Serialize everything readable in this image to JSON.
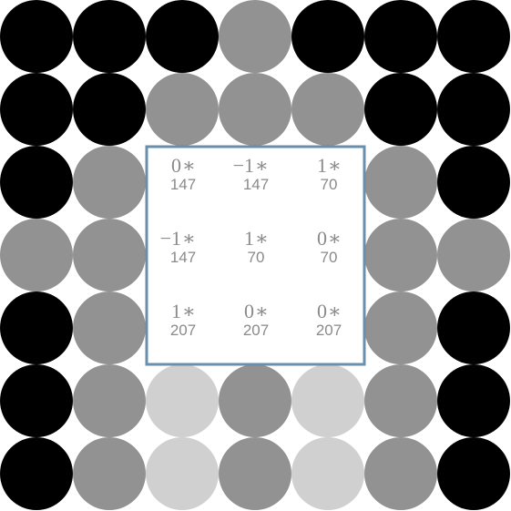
{
  "colors": {
    "background": "#ffffff",
    "dark_pixel": "#000000",
    "mid_pixel": "#929292",
    "light_pixel": "#d0d0d0",
    "kernel_border": "#6a8fac",
    "kernel_text": "#8a8a8a"
  },
  "pixel_grid": {
    "rows": 7,
    "cols": 7,
    "values": [
      [
        0,
        0,
        0,
        146,
        0,
        0,
        0
      ],
      [
        0,
        0,
        146,
        146,
        146,
        0,
        0
      ],
      [
        0,
        146,
        147,
        147,
        70,
        146,
        0
      ],
      [
        146,
        146,
        147,
        70,
        70,
        146,
        146
      ],
      [
        0,
        146,
        207,
        207,
        207,
        146,
        0
      ],
      [
        0,
        146,
        207,
        146,
        207,
        146,
        0
      ],
      [
        0,
        146,
        207,
        146,
        207,
        146,
        0
      ]
    ]
  },
  "kernel": {
    "rows": 3,
    "cols": 3,
    "cells": [
      [
        {
          "weight": "0",
          "pixel": "147"
        },
        {
          "weight": "−1",
          "pixel": "147"
        },
        {
          "weight": "1",
          "pixel": "70"
        }
      ],
      [
        {
          "weight": "−1",
          "pixel": "147"
        },
        {
          "weight": "1",
          "pixel": "70"
        },
        {
          "weight": "0",
          "pixel": "70"
        }
      ],
      [
        {
          "weight": "1",
          "pixel": "207"
        },
        {
          "weight": "0",
          "pixel": "207"
        },
        {
          "weight": "0",
          "pixel": "207"
        }
      ]
    ],
    "operator": "∗"
  }
}
